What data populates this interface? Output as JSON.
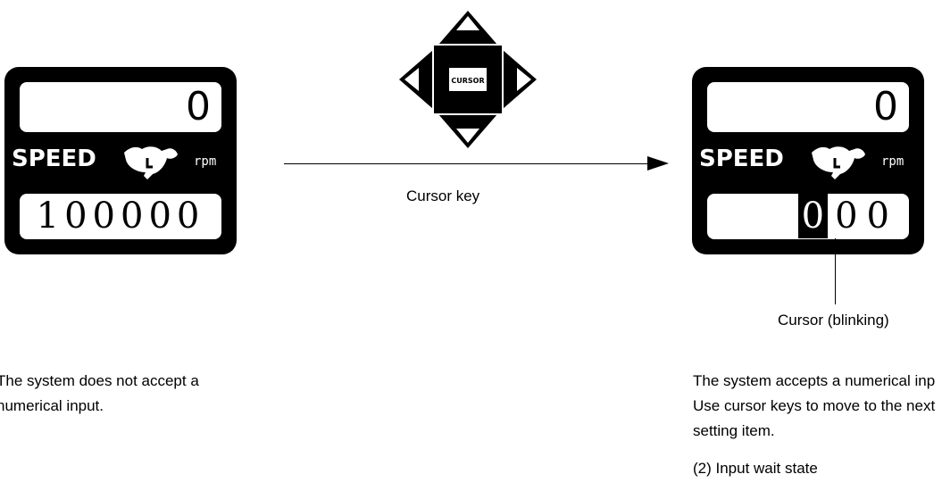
{
  "left_panel": {
    "top_value": "0",
    "speed_label": "SPEED",
    "unit_label": "rpm",
    "bottom_value": "100000"
  },
  "right_panel": {
    "top_value": "0",
    "speed_label": "SPEED",
    "unit_label": "rpm",
    "cursor_digit": "0",
    "bottom_rest": "00"
  },
  "cursor_key": {
    "pad_label": "CURSOR",
    "caption": "Cursor key"
  },
  "cursor_annotation": "Cursor (blinking)",
  "left_caption_lines": [
    "The system does not accept a",
    "numerical input."
  ],
  "right_caption_lines": [
    "The system accepts a numerical inp",
    "Use cursor keys to move to the next",
    "setting item."
  ],
  "state_label": "(2) Input wait state"
}
